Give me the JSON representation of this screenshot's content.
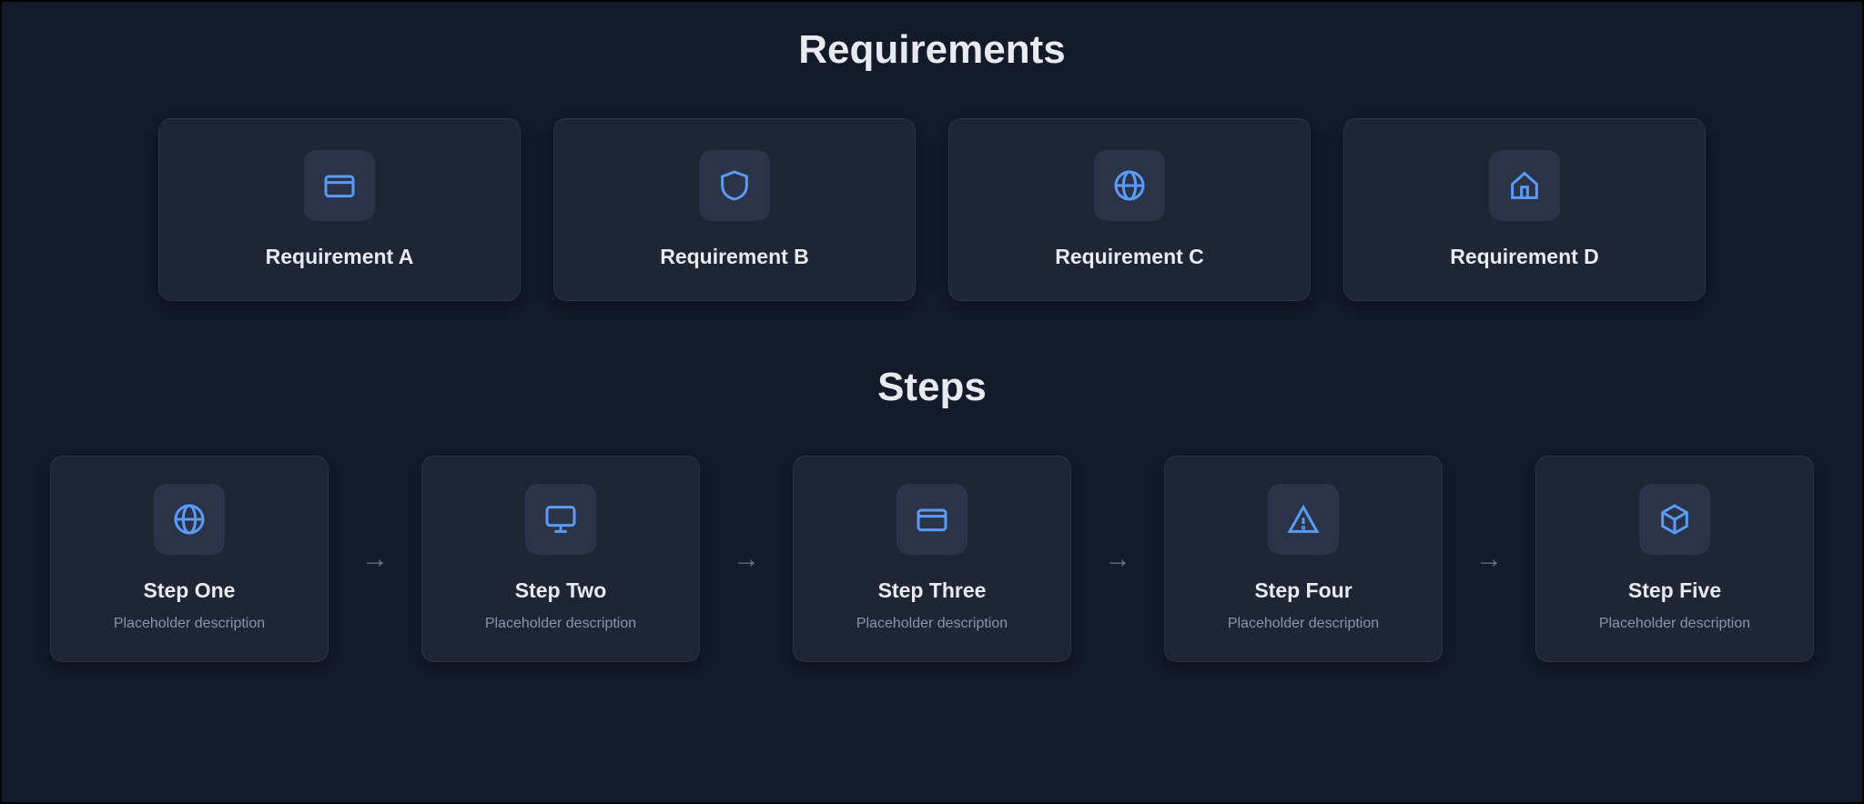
{
  "sections": {
    "requirements": {
      "title": "Requirements",
      "cards": [
        {
          "icon": "card-icon",
          "label": "Requirement A"
        },
        {
          "icon": "shield-icon",
          "label": "Requirement B"
        },
        {
          "icon": "globe-icon",
          "label": "Requirement C"
        },
        {
          "icon": "home-icon",
          "label": "Requirement D"
        }
      ]
    },
    "steps": {
      "title": "Steps",
      "cards": [
        {
          "icon": "globe-icon",
          "label": "Step One",
          "sub": "Placeholder description"
        },
        {
          "icon": "monitor-icon",
          "label": "Step Two",
          "sub": "Placeholder description"
        },
        {
          "icon": "card-icon",
          "label": "Step Three",
          "sub": "Placeholder description"
        },
        {
          "icon": "warning-icon",
          "label": "Step Four",
          "sub": "Placeholder description"
        },
        {
          "icon": "package-icon",
          "label": "Step Five",
          "sub": "Placeholder description"
        }
      ]
    }
  },
  "colors": {
    "background": "#131a2a",
    "card": "#1e2636",
    "accent": "#5b9bf8",
    "muted": "#8b93a7"
  }
}
